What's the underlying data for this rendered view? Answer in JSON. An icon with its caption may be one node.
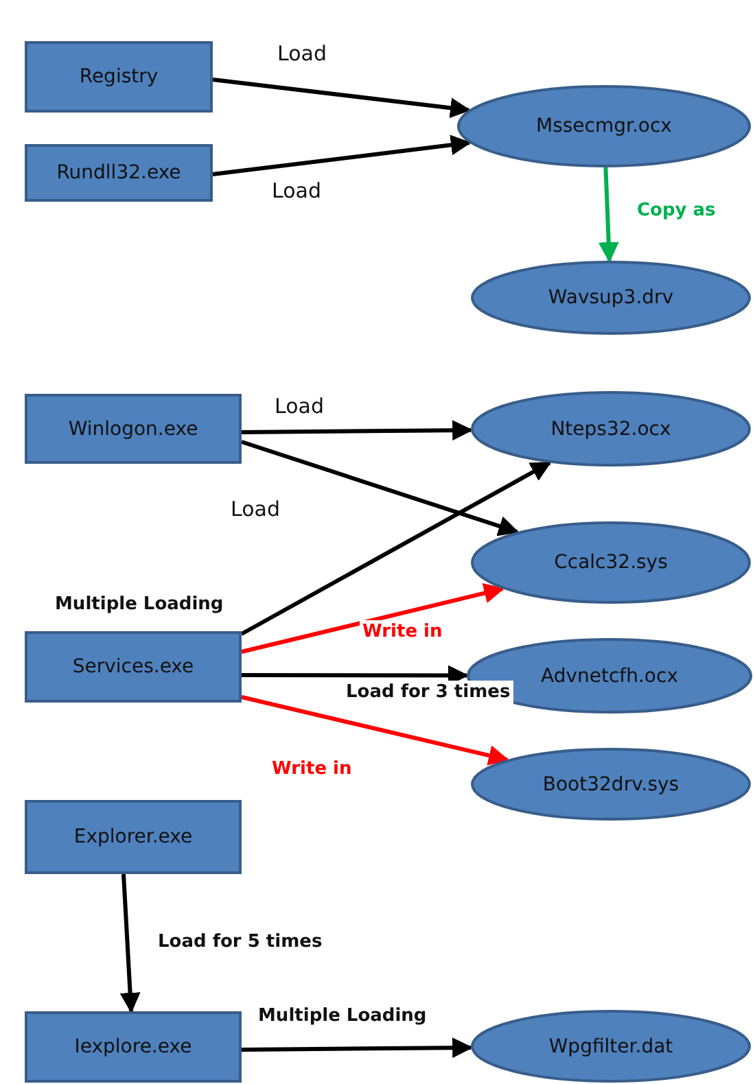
{
  "diagram": {
    "nodes": [
      {
        "text": [
          "Registry"
        ]
      },
      {
        "text": [
          "Rundll32.exe"
        ]
      },
      {
        "text": [
          "Mssecmgr.ocx"
        ]
      },
      {
        "text": [
          "Wavsup3.drv"
        ]
      },
      {
        "text": [
          "Winlogon.exe"
        ]
      },
      {
        "text": [
          "Nteps32.ocx"
        ]
      },
      {
        "text": [
          "Ccalc32.sys"
        ]
      },
      {
        "text": [
          "Services.exe"
        ],
        "beside": [
          "Multiple Loading"
        ]
      },
      {
        "text": [
          "Advnetcfh.ocx"
        ]
      },
      {
        "text": [
          "Boot32drv.sys"
        ]
      },
      {
        "text": [
          "Explorer.exe"
        ]
      },
      {
        "text": [
          "Iexplore.exe"
        ]
      },
      {
        "text": [
          "Wpgfilter.dat"
        ]
      }
    ],
    "edges": [
      {
        "from": 0,
        "to": 2,
        "arrow": "to",
        "label": "Load"
      },
      {
        "from": 1,
        "to": 2,
        "arrow": "to",
        "label": "Load"
      },
      {
        "from": 2,
        "to": 3,
        "arrow": "to",
        "label": "Copy as",
        "color": "#00b050"
      },
      {
        "from": 4,
        "to": 5,
        "arrow": "to",
        "label": "Load"
      },
      {
        "from": 4,
        "to": 6,
        "arrow": "to",
        "label": "Load"
      },
      {
        "from": 7,
        "to": 5,
        "arrow": "to"
      },
      {
        "from": 7,
        "to": 6,
        "arrow": "to",
        "label": "Write in",
        "color": "#ff0000"
      },
      {
        "from": 7,
        "to": 8,
        "arrow": "to",
        "label": "Load for 3 times"
      },
      {
        "from": 7,
        "to": 9,
        "arrow": "to",
        "label": "Write in",
        "color": "#ff0000"
      },
      {
        "from": 10,
        "to": 11,
        "arrow": "to",
        "label": "Load for 5 times"
      },
      {
        "from": 11,
        "to": 12,
        "arrow": "to",
        "label": "Multiple Loading"
      }
    ]
  }
}
